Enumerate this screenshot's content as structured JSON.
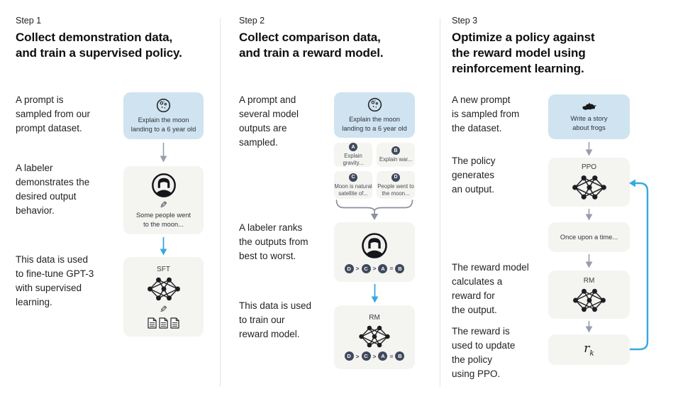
{
  "colors": {
    "prompt_box_bg": "#cfe3f0",
    "panel_bg": "#f4f4f1",
    "accent_arrow_blue": "#35a8e2",
    "gray_arrow": "#989ea9",
    "rank_circle": "#40495c"
  },
  "step1": {
    "label": "Step 1",
    "title": "Collect demonstration data,\nand train a supervised policy.",
    "caption_prompt": "A prompt is\nsampled from our\nprompt dataset.",
    "caption_labeler": "A labeler\ndemonstrates the\ndesired output\nbehavior.",
    "caption_finetune": "This data is used\nto fine-tune GPT-3\nwith supervised\nlearning.",
    "prompt_box_text": "Explain the moon\nlanding to a 6 year old",
    "demo_text": "Some people went\nto the moon...",
    "pencil_glyph": "✎",
    "model_label": "SFT"
  },
  "step2": {
    "label": "Step 2",
    "title": "Collect comparison data,\nand train a reward model.",
    "caption_sample": "A prompt and\nseveral model\noutputs are\nsampled.",
    "caption_rank": "A labeler ranks\nthe outputs from\nbest to worst.",
    "caption_train": "This data is used\nto train our\nreward model.",
    "prompt_box_text": "Explain the moon\nlanding to a 6 year old",
    "outputs": [
      {
        "key": "A",
        "text": "Explain gravity..."
      },
      {
        "key": "B",
        "text": "Explain war..."
      },
      {
        "key": "C",
        "text": "Moon is natural\nsatellite of..."
      },
      {
        "key": "D",
        "text": "People went to\nthe moon..."
      }
    ],
    "ranking": {
      "letters": [
        "D",
        "C",
        "A",
        "B"
      ],
      "seps": [
        ">",
        ">",
        "="
      ]
    },
    "model_label": "RM"
  },
  "step3": {
    "label": "Step 3",
    "title": "Optimize a policy against\nthe reward model using\nreinforcement learning.",
    "caption_prompt": "A new prompt\nis sampled from\nthe dataset.",
    "caption_policy": "The policy\ngenerates\nan output.",
    "caption_reward": "The reward model\ncalculates a\nreward for\nthe output.",
    "caption_update": "The reward is\nused to update\nthe policy\nusing PPO.",
    "prompt_box_text": "Write a story\nabout frogs",
    "policy_label": "PPO",
    "output_text": "Once upon a time...",
    "rm_label": "RM",
    "reward_symbol": "r",
    "reward_subscript": "k"
  }
}
